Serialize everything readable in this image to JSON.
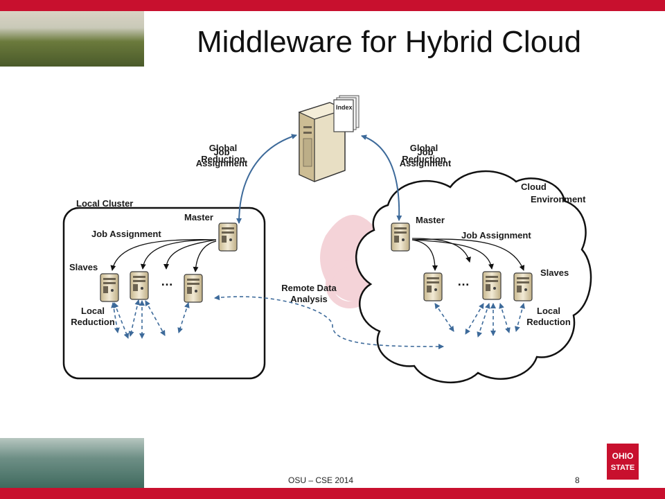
{
  "slide": {
    "title": "Middleware for Hybrid Cloud",
    "footer": "OSU – CSE 2014",
    "page_number": "8",
    "accent_color": "#c8102e",
    "logo_letters": [
      "OHIO",
      "STATE"
    ]
  },
  "diagram": {
    "index_label": "Index",
    "left_link_label": [
      "Global",
      "Job",
      "Reduction",
      "Assignment"
    ],
    "right_link_label": [
      "Global",
      "Job",
      "Reduction",
      "Assignment"
    ],
    "local_cluster": {
      "title": "Local Cluster",
      "master": "Master",
      "job_assignment": "Job Assignment",
      "slaves": "Slaves",
      "local_reduction": [
        "Local",
        "Reduction"
      ],
      "ellipsis": "…"
    },
    "cloud": {
      "title": [
        "Cloud",
        "Environment"
      ],
      "master": "Master",
      "job_assignment": "Job Assignment",
      "slaves": "Slaves",
      "local_reduction": [
        "Local",
        "Reduction"
      ],
      "ellipsis": "…"
    },
    "remote": [
      "Remote Data",
      "Analysis"
    ]
  }
}
